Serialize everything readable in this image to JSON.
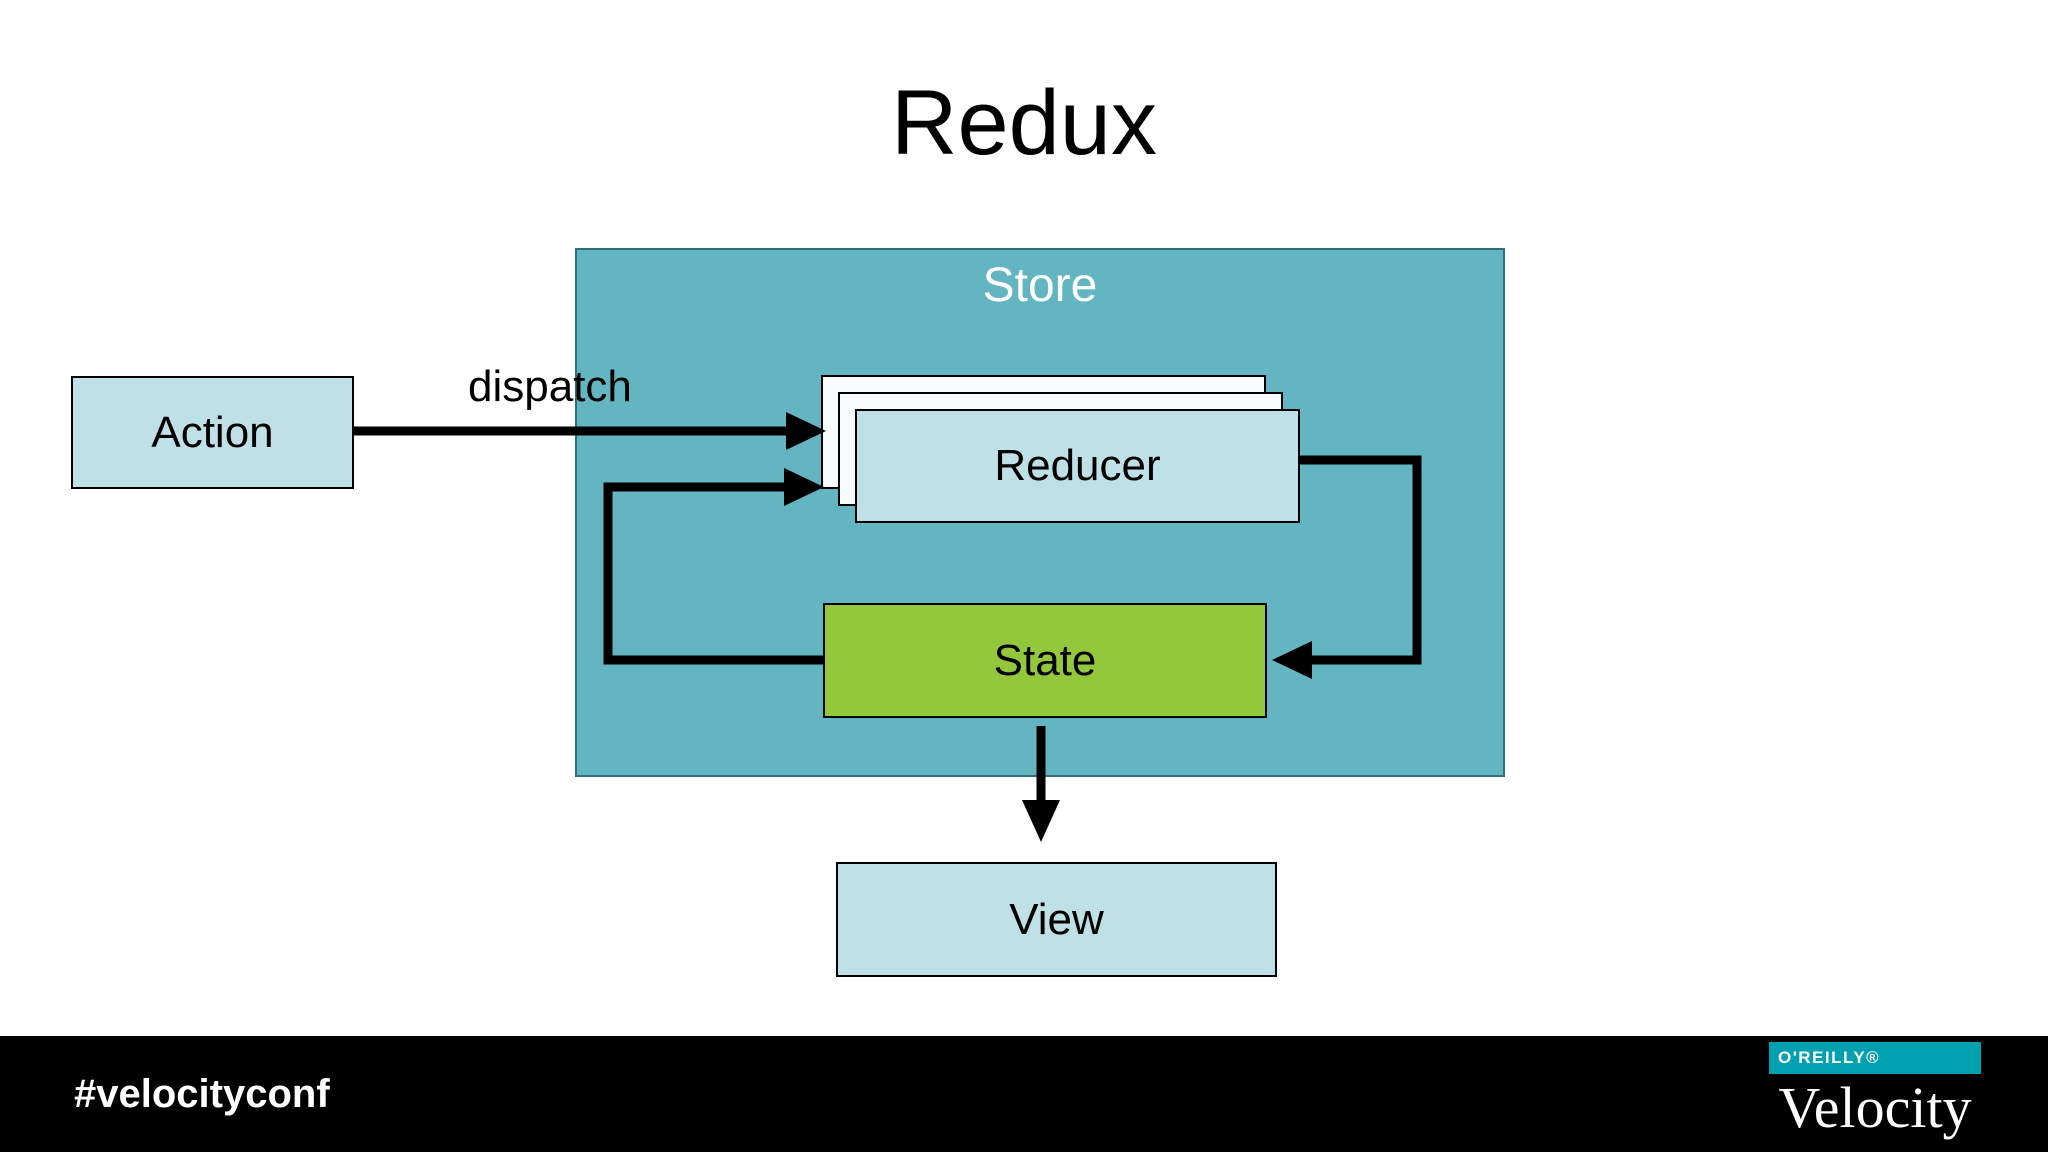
{
  "slide": {
    "title": "Redux",
    "store_label": "Store",
    "action_label": "Action",
    "dispatch_label": "dispatch",
    "reducer_label": "Reducer",
    "state_label": "State",
    "view_label": "View"
  },
  "footer": {
    "hashtag": "#velocityconf",
    "logo_brand": "O'REILLY®",
    "logo_name": "Velocity"
  },
  "colors": {
    "store_fill": "#62b5c1",
    "store_border": "#2f6f7a",
    "box_fill": "#bfe0e6",
    "box_border": "#000000",
    "reducer_back_fill": "#f7fbfc",
    "state_fill": "#93c83d",
    "arrow": "#000000",
    "footer_bg": "#000000",
    "logo_teal": "#00a0af"
  }
}
